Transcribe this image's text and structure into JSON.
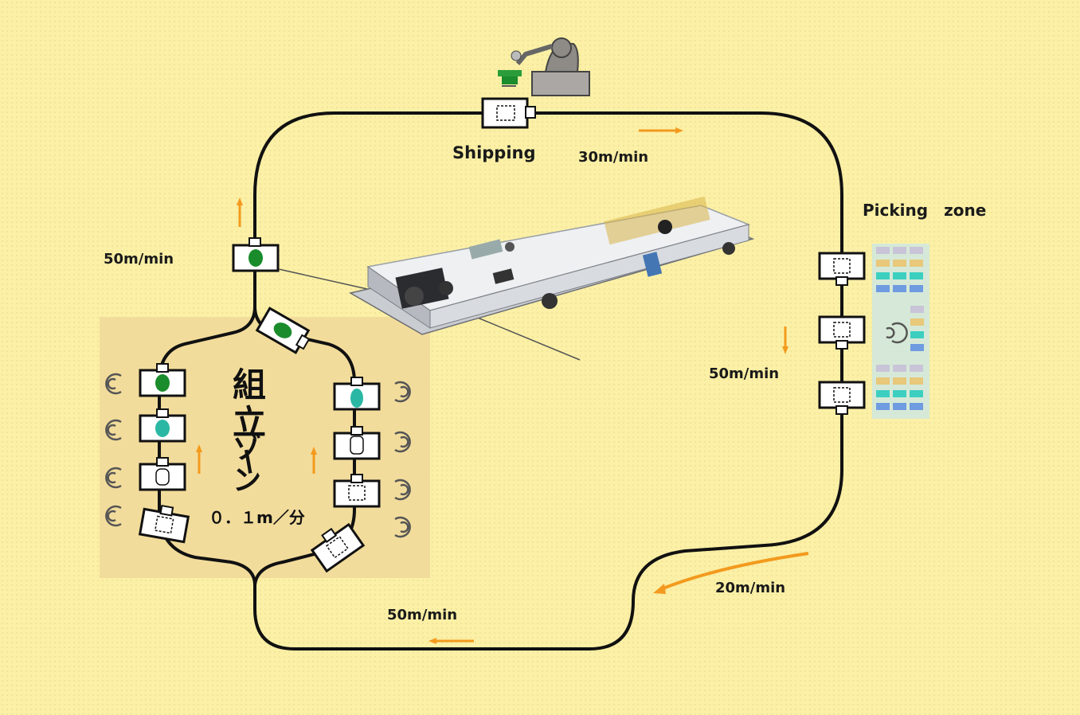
{
  "labels": {
    "shipping": "Shipping",
    "speed_top": "30m/min",
    "picking_zone": "Picking　zone",
    "speed_left": "50m/min",
    "speed_right": "50m/min",
    "speed_bottom_right": "20m/min",
    "speed_bottom": "50m/min",
    "assembly_zone_line1": "組",
    "assembly_zone_line2": "立",
    "assembly_zone_line3": "ゾ",
    "assembly_zone_line4": "ー",
    "assembly_zone_line5": "ン",
    "assembly_speed": "０．１m／分"
  },
  "colors": {
    "background": "#fbf0a6",
    "assembly_zone": "#f2dc9b",
    "track": "#111111",
    "arrow": "#f39a1e",
    "part_green": "#1a8c2c",
    "part_teal": "#2ab8a4",
    "picking_rack": "#cfe7e0"
  },
  "icons": [
    "robot-arm-icon",
    "agv-vehicle-icon",
    "operator-icon"
  ]
}
